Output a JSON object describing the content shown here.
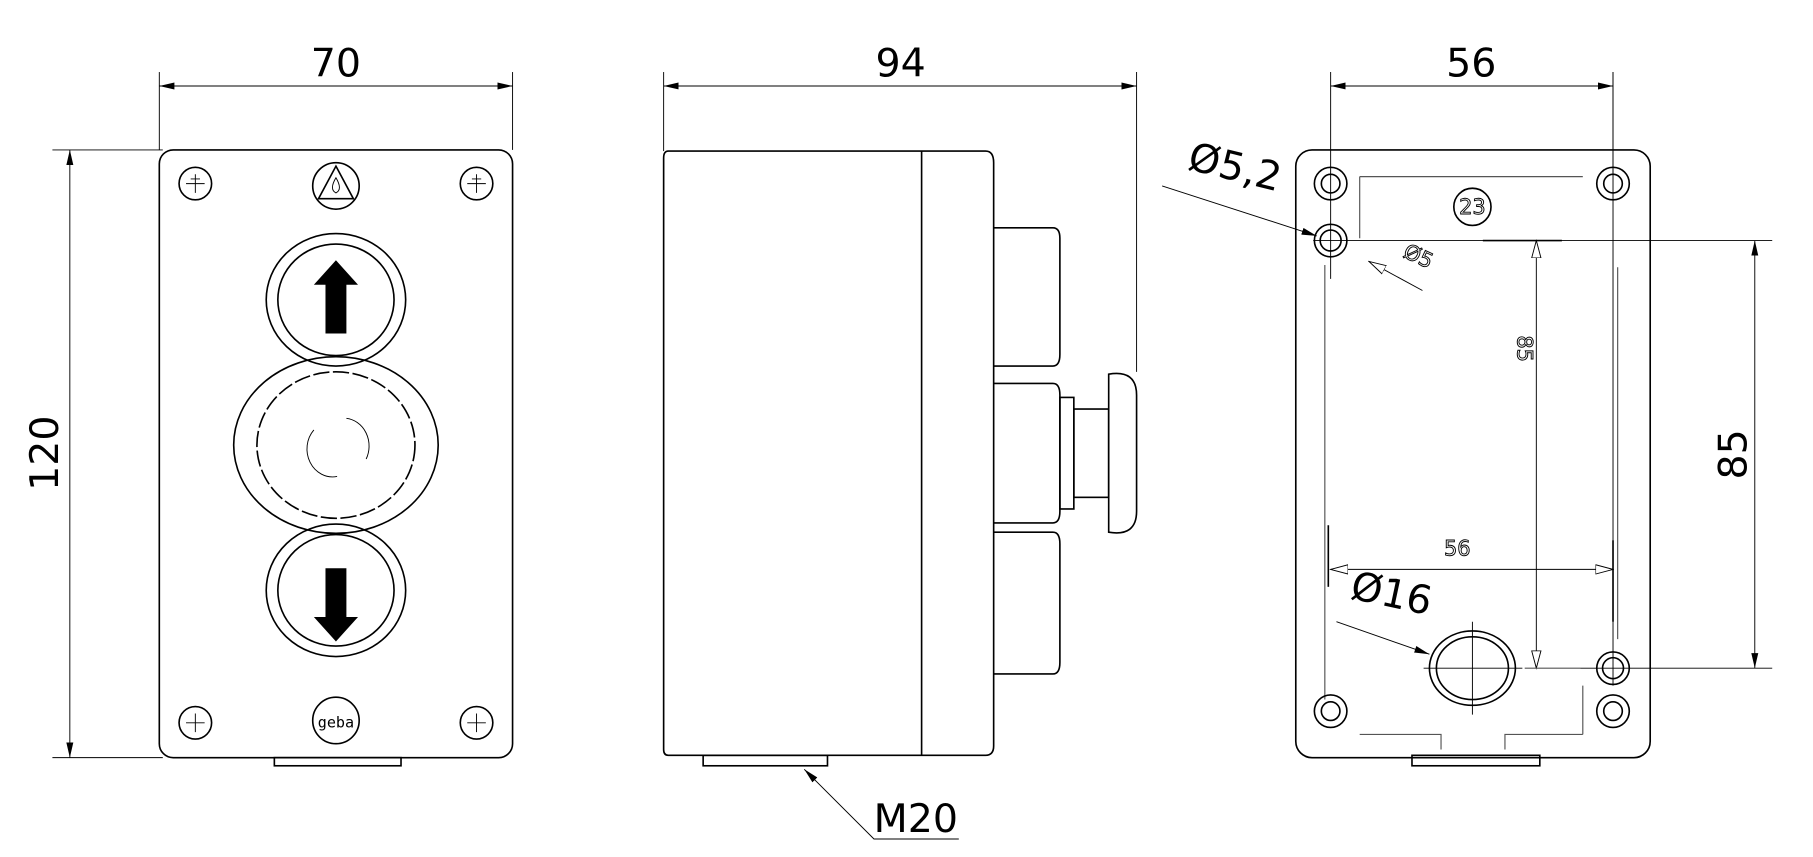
{
  "front_view": {
    "width_dim": "70",
    "height_dim": "120",
    "logo": "geba"
  },
  "side_view": {
    "depth_dim": "94",
    "gland_label": "M20"
  },
  "rear_view": {
    "width_dim": "56",
    "hole_spacing_dim": "85",
    "inner_height_dim": "85",
    "inner_width_dim": "56",
    "mount_hole_dim": "Ø5,2",
    "small_hole_dim": "Ø5",
    "entry_hole_dim": "Ø16",
    "part_number": "23"
  }
}
